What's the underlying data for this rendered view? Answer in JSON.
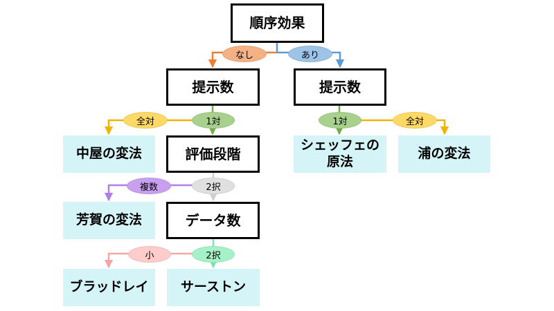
{
  "nodes": {
    "root": "順序効果",
    "count_left": "提示数",
    "count_right": "提示数",
    "scale_steps": "評価段階",
    "data_count": "データ数",
    "nakaya": "中屋の変法",
    "haga": "芳賀の変法",
    "bradley": "ブラッドレイ",
    "thurstone": "サーストン",
    "scheffe_line1": "シェッフェの",
    "scheffe_line2": "原法",
    "ura": "浦の変法"
  },
  "labels": {
    "nashi": "なし",
    "ari": "あり",
    "zentai_left": "全対",
    "ittai_left": "1対",
    "ittai_right": "1対",
    "zentai_right": "全対",
    "fukusu": "複数",
    "nitaku_1": "2択",
    "sho": "小",
    "nitaku_2": "2択"
  },
  "colors": {
    "leaf_fill": "#d5f4f8",
    "nashi": "#f4b183",
    "ari": "#9dc3e6",
    "zentai": "#ffd966",
    "ittai": "#a9d18e",
    "fukusu": "#c9a0f0",
    "nitaku_gray": "#e0e0e0",
    "sho": "#ffcccc",
    "nitaku_green": "#a6f2c8",
    "arrow_orange": "#ed7d31",
    "arrow_blue": "#5b9bd5",
    "arrow_yellow": "#f0b400",
    "arrow_green": "#70ad47",
    "arrow_purple": "#b07ee8",
    "arrow_gray": "#cfcfcf",
    "arrow_pink": "#f4a6a6",
    "arrow_mint": "#7ee2b0"
  }
}
